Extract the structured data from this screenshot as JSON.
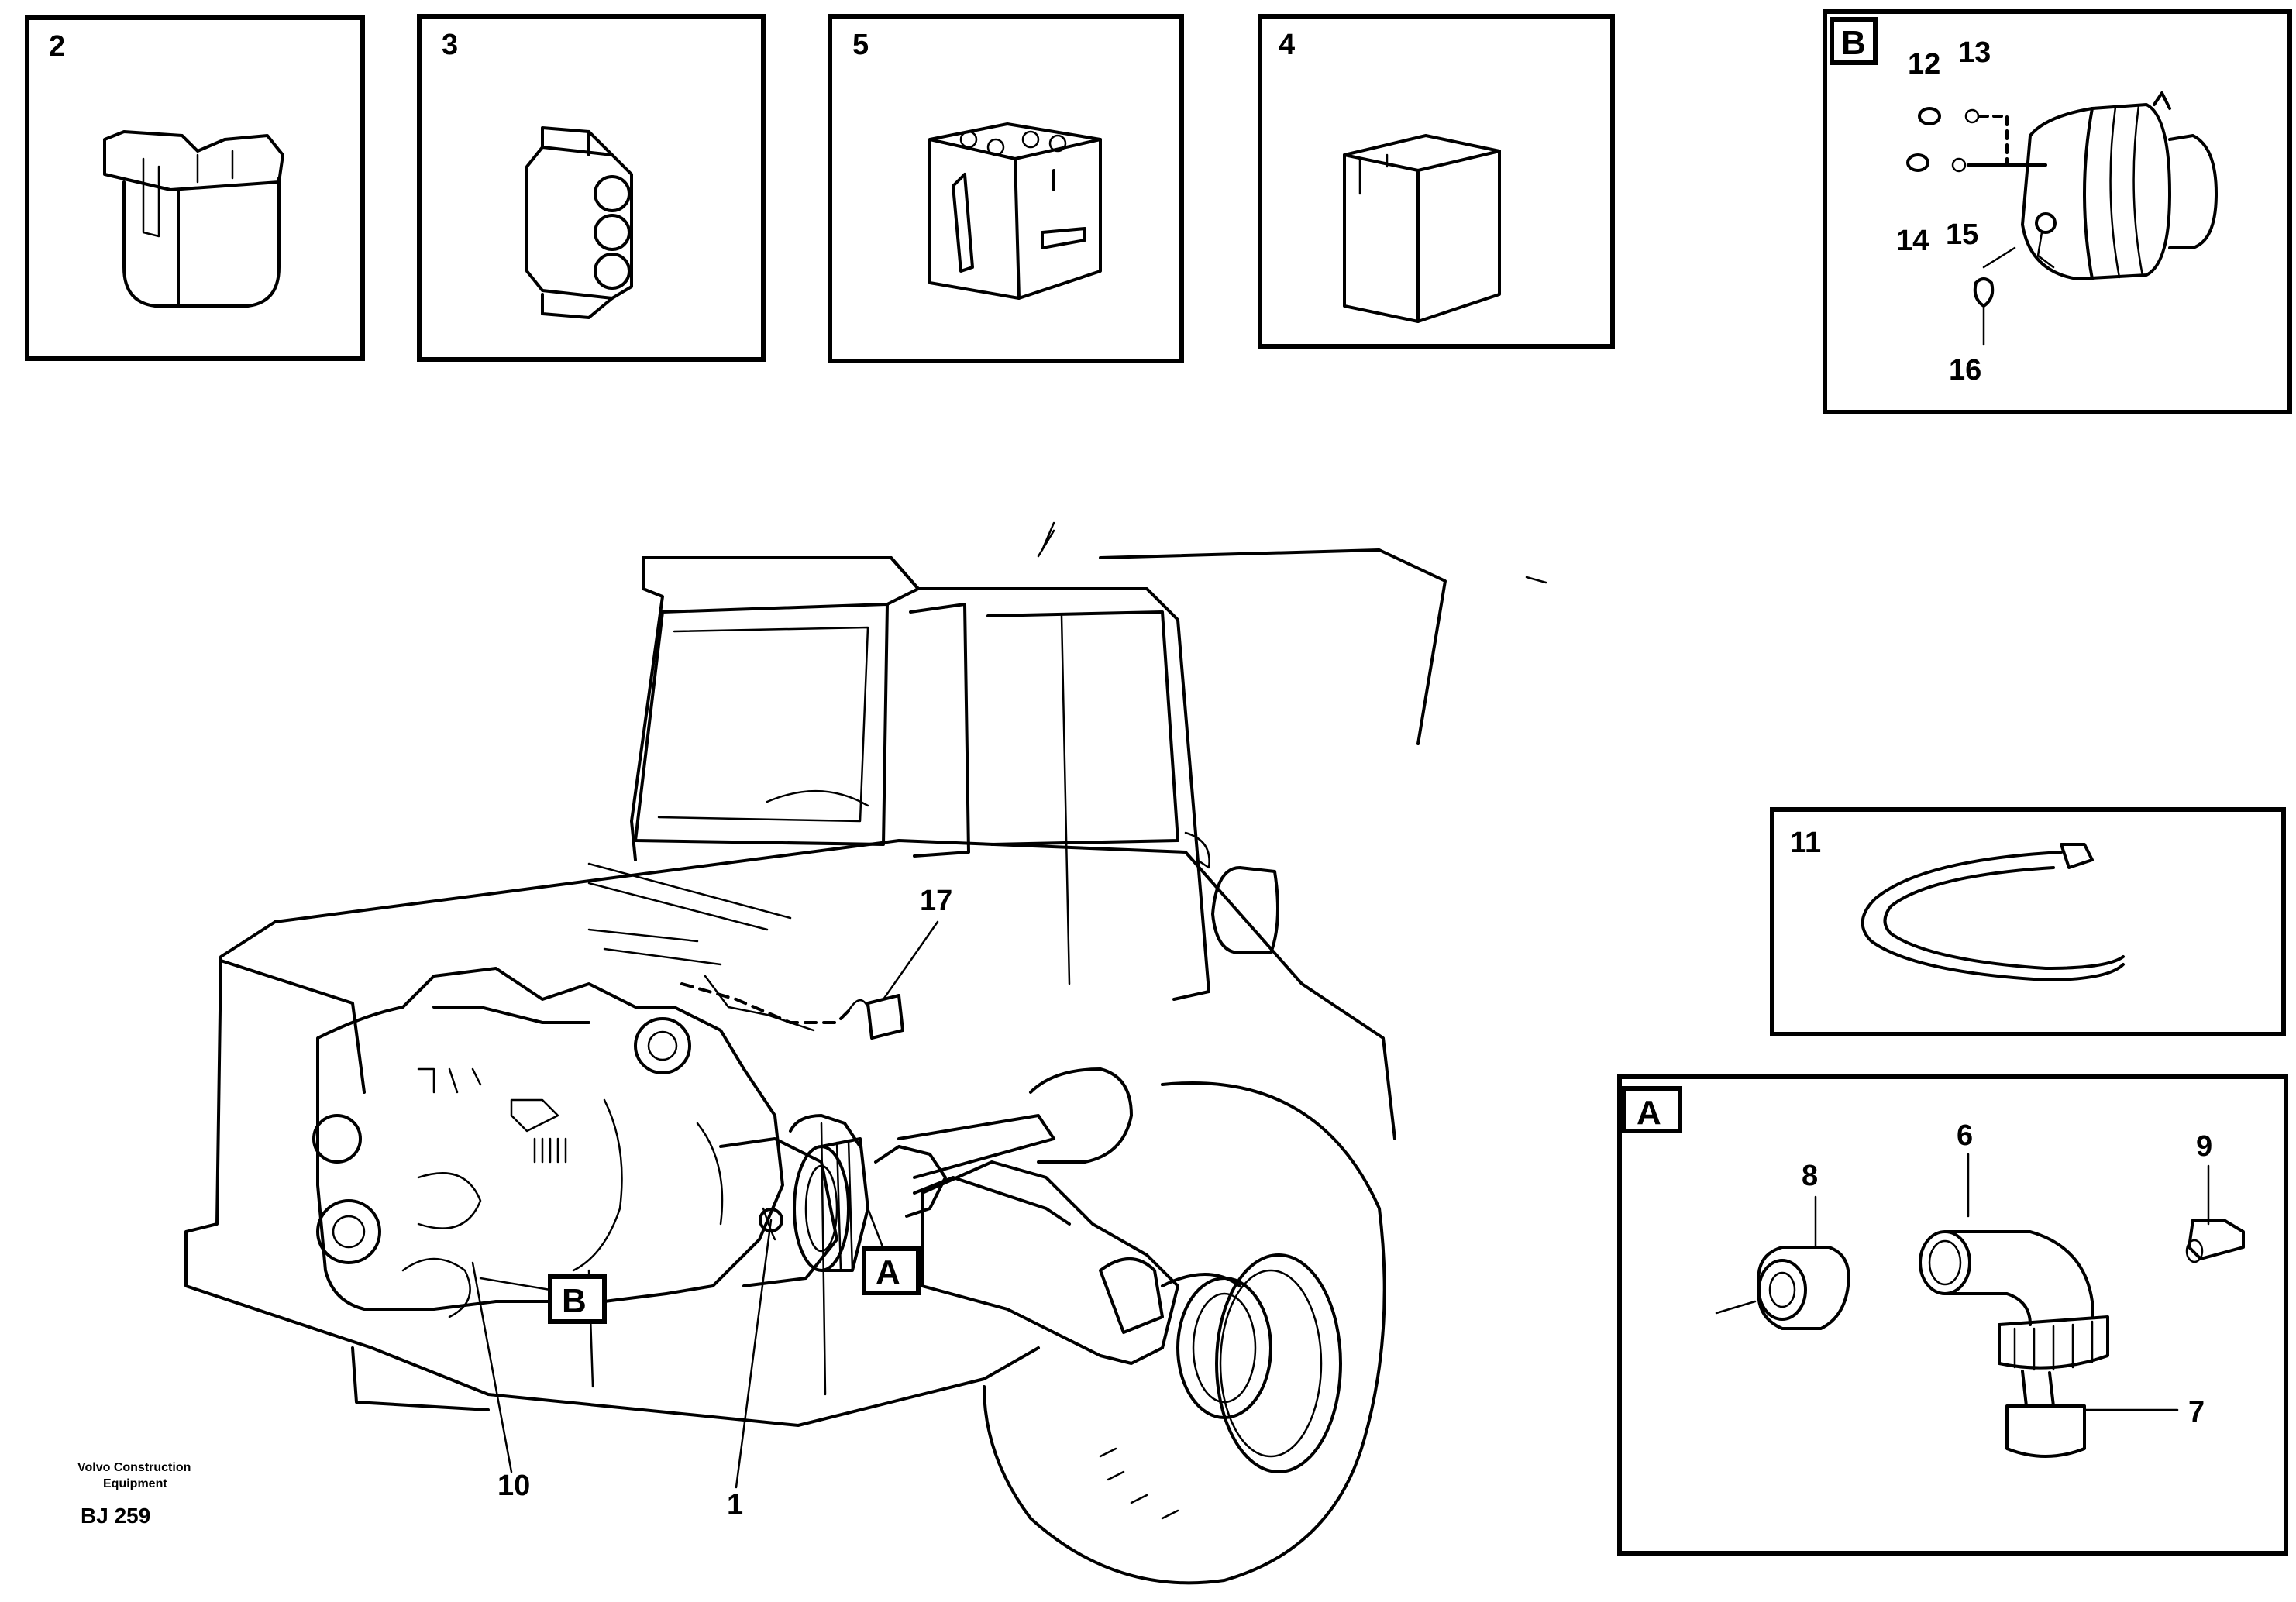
{
  "detail_panels": {
    "p2": {
      "number": "2"
    },
    "p3": {
      "number": "3"
    },
    "p5": {
      "number": "5"
    },
    "p4": {
      "number": "4"
    },
    "pB": {
      "letter": "B",
      "callouts": [
        "12",
        "13",
        "14",
        "15",
        "16"
      ]
    },
    "p11": {
      "number": "11"
    },
    "pA": {
      "letter": "A",
      "callouts": [
        "8",
        "6",
        "9",
        "7"
      ]
    }
  },
  "main_view": {
    "callouts": [
      "17",
      "10",
      "1"
    ],
    "detail_tags": [
      "A",
      "B"
    ]
  },
  "footer": {
    "publisher_line1": "Volvo Construction",
    "publisher_line2": "Equipment",
    "drawing_id": "BJ 259"
  }
}
